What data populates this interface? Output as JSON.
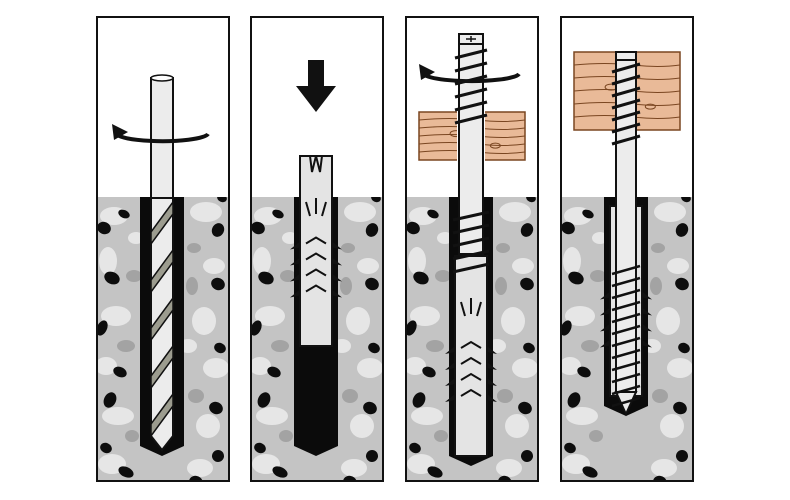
{
  "diagram": {
    "steps": [
      {
        "action": "drill",
        "icons": [
          "rotation-arrow-icon",
          "drill-bit-icon"
        ]
      },
      {
        "action": "insert",
        "icons": [
          "down-arrow-icon",
          "wall-plug-icon"
        ]
      },
      {
        "action": "screw",
        "icons": [
          "rotation-arrow-icon",
          "screw-icon",
          "wood-block-icon",
          "wall-plug-icon"
        ]
      },
      {
        "action": "fixed",
        "icons": [
          "screw-icon",
          "wood-block-icon",
          "wall-plug-icon"
        ]
      }
    ]
  },
  "colors": {
    "outline": "#111111",
    "concrete": "#c4c4c4",
    "concrete_light": "#e6e6e6",
    "concrete_mid": "#a3a3a3",
    "aggregate": "#0d0d0d",
    "hole": "#0b0b0b",
    "wood": "#e9ba98",
    "wood_grain": "#7a4621",
    "metal": "#ececec",
    "drill_groove": "#9c9c8f",
    "plug": "#e4e4e4",
    "arrow": "#111111"
  }
}
